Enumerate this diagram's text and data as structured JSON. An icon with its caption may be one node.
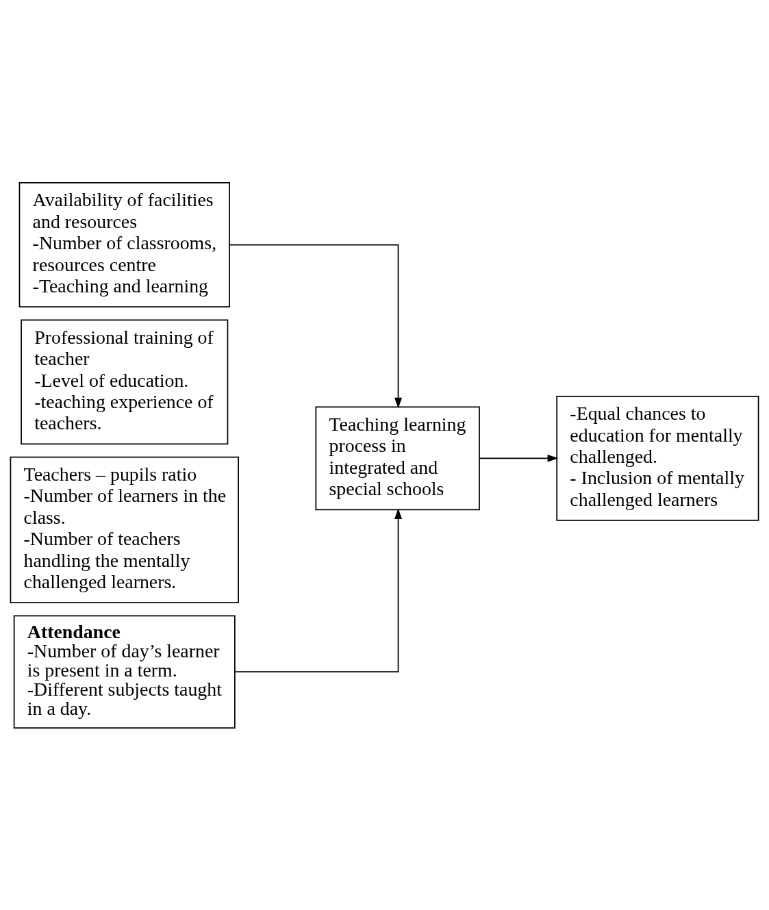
{
  "diagram": {
    "nodes": [
      {
        "text": [
          "Availability of facilities and resources",
          "-Number of classrooms, resources centre",
          "-Teaching and learning"
        ]
      },
      {
        "text": [
          "Professional training of teacher",
          "-Level of education.",
          "-teaching experience of teachers."
        ]
      },
      {
        "text": [
          "Teachers – pupils ratio",
          "-Number of learners in the class.",
          "-Number of teachers handling the mentally challenged learners."
        ]
      },
      {
        "text": [
          "Attendance",
          "-Number of day’s learner is present in a term.",
          "-Different subjects taught in a day."
        ]
      },
      {
        "text": [
          "Teaching learning process in integrated and special schools"
        ]
      },
      {
        "text": [
          "-Equal chances to education for mentally challenged.",
          "- Inclusion of mentally challenged learners"
        ]
      }
    ],
    "edges": [
      {
        "from": 0,
        "to": 4,
        "arrow": "to"
      },
      {
        "from": 3,
        "to": 4,
        "arrow": "to"
      },
      {
        "from": 4,
        "to": 5,
        "arrow": "to"
      }
    ]
  }
}
